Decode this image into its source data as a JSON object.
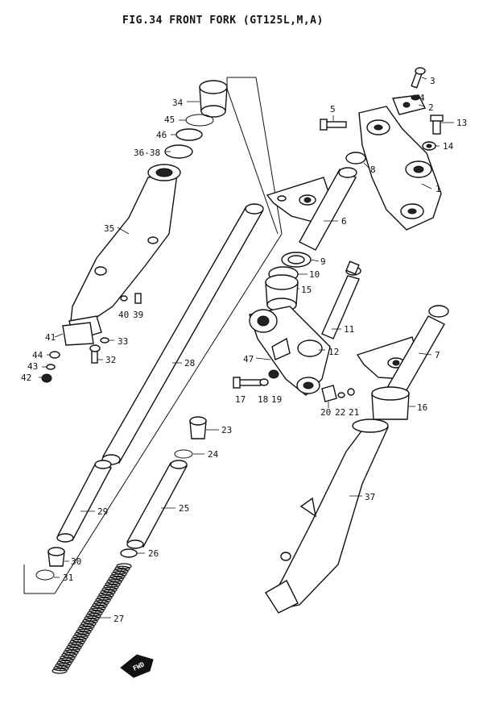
{
  "title": "FIG.34  FRONT FORK (GT125L,M,A)",
  "fwd_label": "FWD",
  "callouts": [
    {
      "id": "1",
      "label": "1"
    },
    {
      "id": "2",
      "label": "2"
    },
    {
      "id": "3",
      "label": "3"
    },
    {
      "id": "4",
      "label": "4"
    },
    {
      "id": "5",
      "label": "5"
    },
    {
      "id": "6",
      "label": "6"
    },
    {
      "id": "7",
      "label": "7"
    },
    {
      "id": "8",
      "label": "8"
    },
    {
      "id": "9",
      "label": "9"
    },
    {
      "id": "10",
      "label": "10"
    },
    {
      "id": "11",
      "label": "11"
    },
    {
      "id": "12",
      "label": "12"
    },
    {
      "id": "13",
      "label": "13"
    },
    {
      "id": "14",
      "label": "14"
    },
    {
      "id": "15",
      "label": "15"
    },
    {
      "id": "16",
      "label": "16"
    },
    {
      "id": "17",
      "label": "17"
    },
    {
      "id": "18",
      "label": "18"
    },
    {
      "id": "19",
      "label": "19"
    },
    {
      "id": "20",
      "label": "20"
    },
    {
      "id": "21",
      "label": "21"
    },
    {
      "id": "22",
      "label": "22"
    },
    {
      "id": "23",
      "label": "23"
    },
    {
      "id": "24",
      "label": "24"
    },
    {
      "id": "25",
      "label": "25"
    },
    {
      "id": "26",
      "label": "26"
    },
    {
      "id": "27",
      "label": "27"
    },
    {
      "id": "28",
      "label": "28"
    },
    {
      "id": "29",
      "label": "29"
    },
    {
      "id": "30",
      "label": "30"
    },
    {
      "id": "31",
      "label": "31"
    },
    {
      "id": "32",
      "label": "32"
    },
    {
      "id": "33",
      "label": "33"
    },
    {
      "id": "34",
      "label": "34"
    },
    {
      "id": "35",
      "label": "35"
    },
    {
      "id": "36-38",
      "label": "36-38"
    },
    {
      "id": "37",
      "label": "37"
    },
    {
      "id": "39",
      "label": "39"
    },
    {
      "id": "40",
      "label": "40"
    },
    {
      "id": "41",
      "label": "41"
    },
    {
      "id": "42",
      "label": "42"
    },
    {
      "id": "43",
      "label": "43"
    },
    {
      "id": "44",
      "label": "44"
    },
    {
      "id": "45",
      "label": "45"
    },
    {
      "id": "46",
      "label": "46"
    },
    {
      "id": "47",
      "label": "47"
    }
  ]
}
